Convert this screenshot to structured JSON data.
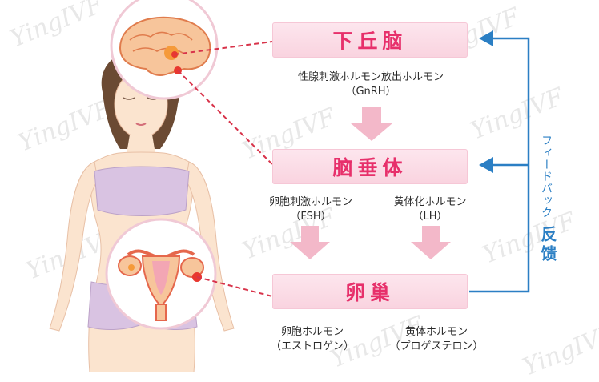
{
  "organs": {
    "hypothalamus": "下丘脑",
    "pituitary": "脑垂体",
    "ovary": "卵巢"
  },
  "hormones": {
    "gnrh_jp": "性腺刺激ホルモン放出ホルモン",
    "gnrh_abbr": "（GnRH）",
    "fsh_jp": "卵胞刺激ホルモン",
    "fsh_abbr": "（FSH）",
    "lh_jp": "黄体化ホルモン",
    "lh_abbr": "（LH）",
    "estrogen_jp": "卵胞ホルモン",
    "estrogen_name": "（エストロゲン）",
    "progesterone_jp": "黄体ホルモン",
    "progesterone_name": "（プロゲステロン）"
  },
  "feedback": {
    "jp": "フィードバック",
    "cn": "反馈"
  },
  "watermark": "YingIVF",
  "colors": {
    "box_text": "#e7306b",
    "box_fill": "#fde6ee",
    "arrow": "#f3b8c9",
    "feedback": "#2b7fc4",
    "connector": "#d8334a"
  }
}
